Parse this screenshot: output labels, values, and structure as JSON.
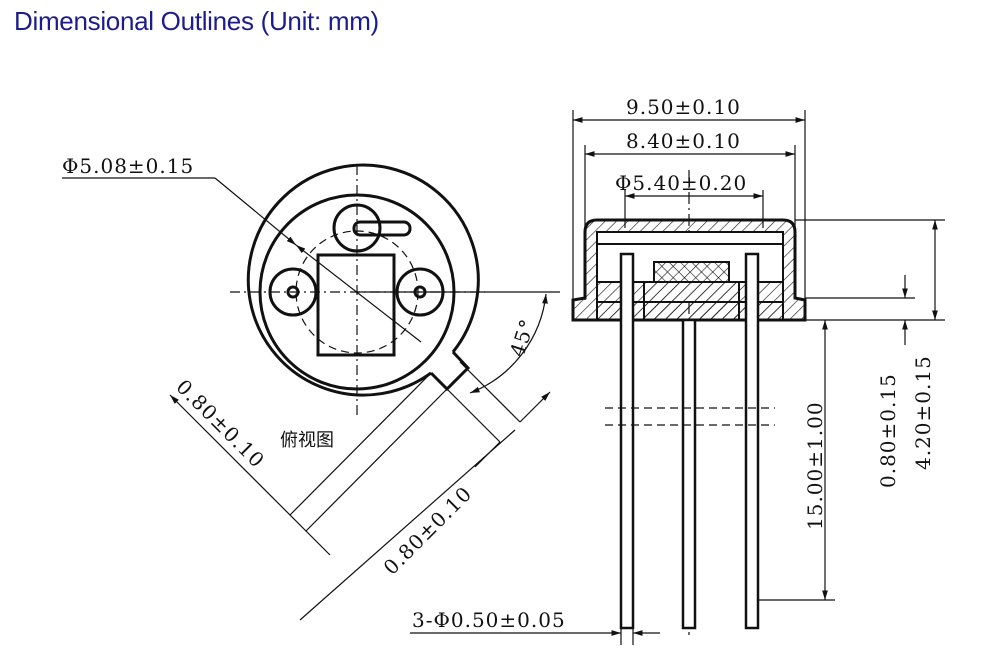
{
  "title": "Dimensional Outlines (Unit: mm)",
  "top_view": {
    "label": "俯视图",
    "diameter": "Φ5.08±0.15",
    "angle": "45°",
    "tab_width": "0.80±0.10",
    "tab_length": "0.80±0.10"
  },
  "side_view": {
    "width_outer": "9.50±0.10",
    "width_inner": "8.40±0.10",
    "window_diameter": "Φ5.40±0.20",
    "lead_length": "15.00±1.00",
    "flange_height": "0.80±0.15",
    "body_height": "4.20±0.15",
    "lead_diameter": "3-Φ0.50±0.05"
  }
}
